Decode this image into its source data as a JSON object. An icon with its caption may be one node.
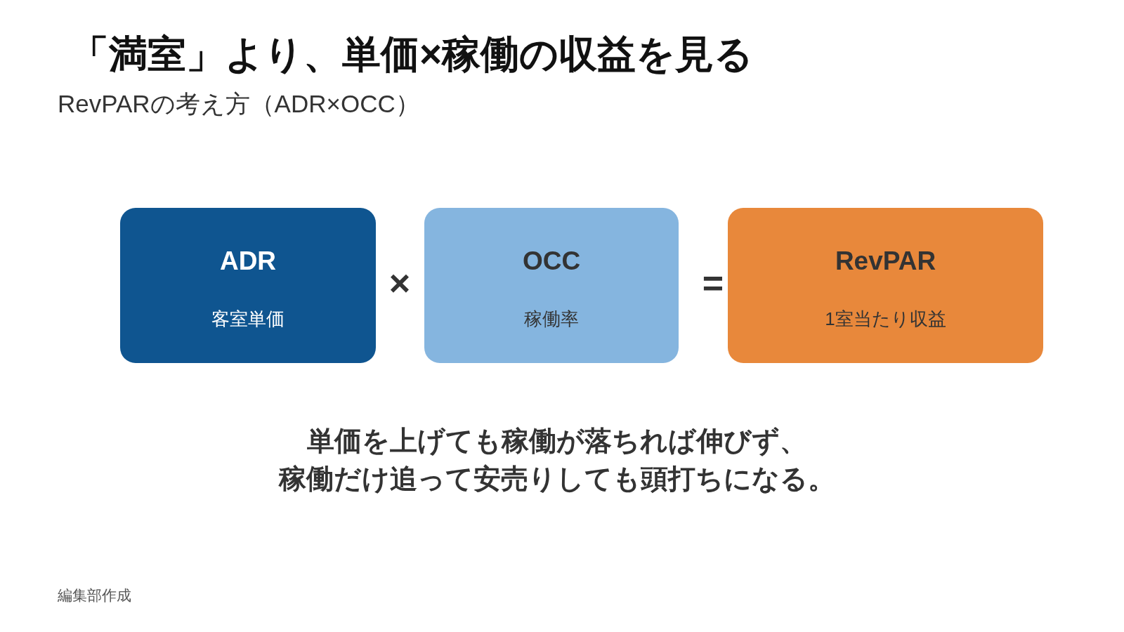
{
  "diagram": {
    "title": "「満室」より、単価×稼働の収益を見る",
    "nodes": [
      {
        "text": [
          "ADR",
          "客室単価"
        ]
      },
      {
        "text": [
          "OCC",
          "稼働率"
        ]
      },
      {
        "text": [
          "RevPAR",
          "1室当たり収益"
        ]
      }
    ],
    "labels": [
      "RevPARの考え方（ADR×OCC）",
      "×",
      "=",
      "単価を上げても稼働が落ちれば伸びず、稼働だけ追って安売りしても頭打ちになる。",
      "編集部作成"
    ]
  }
}
